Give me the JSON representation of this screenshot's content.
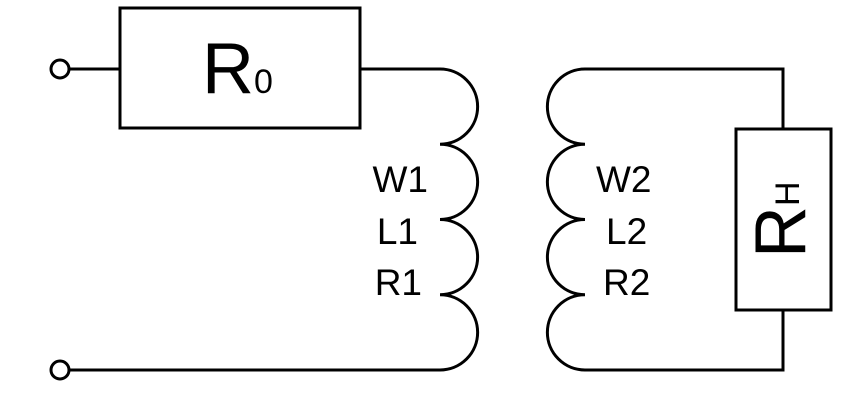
{
  "resistor_r0": {
    "main": "R",
    "subscript": "0"
  },
  "primary_coil": {
    "labels": [
      "W1",
      "L1",
      "R1"
    ],
    "turns": 4
  },
  "secondary_coil": {
    "labels": [
      "W2",
      "L2",
      "R2"
    ],
    "turns": 4
  },
  "resistor_rh": {
    "main": "R",
    "subscript": "H"
  },
  "colors": {
    "stroke": "#000000",
    "background": "#ffffff"
  }
}
